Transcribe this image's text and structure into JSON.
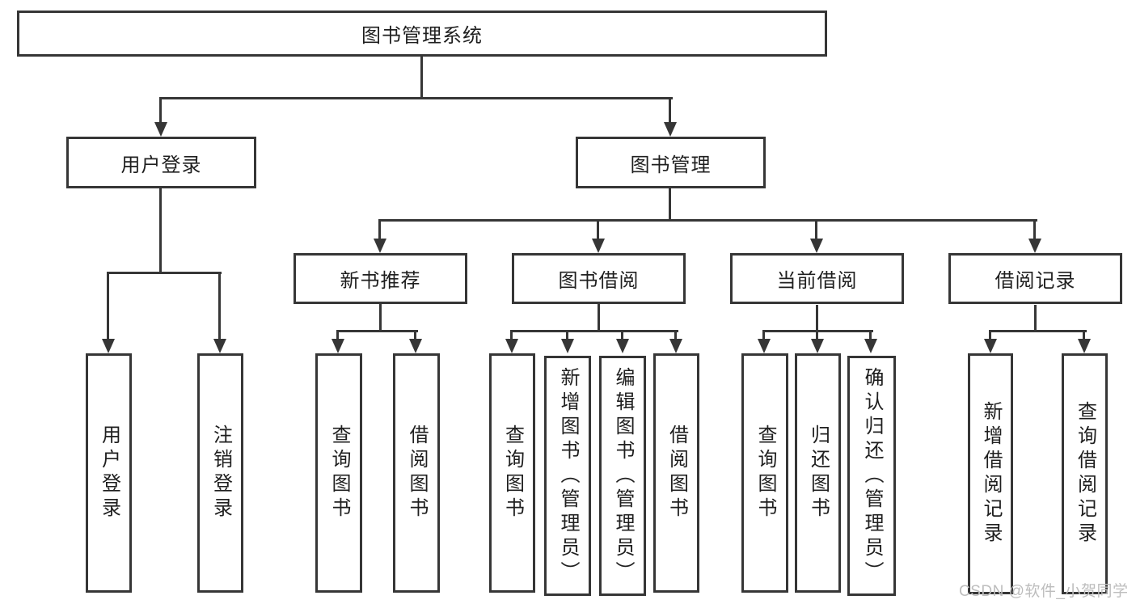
{
  "diagram": {
    "root": {
      "label": "图书管理系统"
    },
    "branches": [
      {
        "label": "用户登录",
        "children": [
          {
            "label": "用户登录"
          },
          {
            "label": "注销登录"
          }
        ]
      },
      {
        "label": "图书管理",
        "children": [
          {
            "label": "新书推荐",
            "children": [
              {
                "label": "查询图书"
              },
              {
                "label": "借阅图书"
              }
            ]
          },
          {
            "label": "图书借阅",
            "children": [
              {
                "label": "查询图书"
              },
              {
                "label": "新增图书（管理员）"
              },
              {
                "label": "编辑图书（管理员）"
              },
              {
                "label": "借阅图书"
              }
            ]
          },
          {
            "label": "当前借阅",
            "children": [
              {
                "label": "查询图书"
              },
              {
                "label": "归还图书"
              },
              {
                "label": "确认归还（管理员）"
              }
            ]
          },
          {
            "label": "借阅记录",
            "children": [
              {
                "label": "新增借阅记录"
              },
              {
                "label": "查询借阅记录"
              }
            ]
          }
        ]
      }
    ]
  },
  "watermark": {
    "text": "CSDN @软件_小贺同学",
    "color": "#bdbdbd"
  },
  "colors": {
    "line": "#363636",
    "text": "#1f1f1f",
    "background": "#ffffff"
  }
}
